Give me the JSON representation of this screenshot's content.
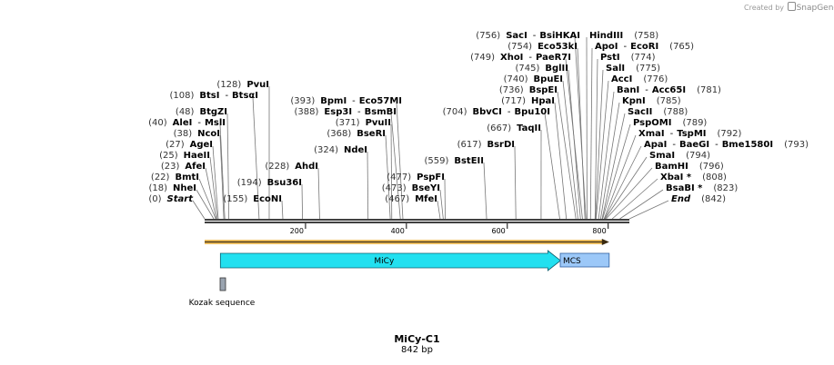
{
  "credit": {
    "prefix": "Created by",
    "brand": "SnapGene"
  },
  "plasmid": {
    "name": "MiCy-C1",
    "length_label": "842 bp",
    "length": 842
  },
  "axis": {
    "ticks": [
      200,
      400,
      600,
      800
    ]
  },
  "sites": [
    {
      "pos_label": "(0)",
      "pos": 0,
      "name": "Start",
      "italic": true
    },
    {
      "pos_label": "(18)",
      "pos": 18,
      "name": "NheI"
    },
    {
      "pos_label": "(22)",
      "pos": 22,
      "name": "BmtI"
    },
    {
      "pos_label": "(23)",
      "pos": 23,
      "name": "AfeI"
    },
    {
      "pos_label": "(25)",
      "pos": 25,
      "name": "HaeII"
    },
    {
      "pos_label": "(27)",
      "pos": 27,
      "name": "AgeI"
    },
    {
      "pos_label": "(38)",
      "pos": 38,
      "name": "NcoI"
    },
    {
      "pos_label": "(40)",
      "pos": 40,
      "name": "AleI",
      "name2": "MslI"
    },
    {
      "pos_label": "(48)",
      "pos": 48,
      "name": "BtgZI"
    },
    {
      "pos_label": "(108)",
      "pos": 108,
      "name": "BtsI",
      "name2": "BtsαI"
    },
    {
      "pos_label": "(128)",
      "pos": 128,
      "name": "PvuI"
    },
    {
      "pos_label": "(155)",
      "pos": 155,
      "name": "EcoNI"
    },
    {
      "pos_label": "(194)",
      "pos": 194,
      "name": "Bsu36I"
    },
    {
      "pos_label": "(228)",
      "pos": 228,
      "name": "AhdI"
    },
    {
      "pos_label": "(324)",
      "pos": 324,
      "name": "NdeI"
    },
    {
      "pos_label": "(368)",
      "pos": 368,
      "name": "BseRI"
    },
    {
      "pos_label": "(371)",
      "pos": 371,
      "name": "PvuII"
    },
    {
      "pos_label": "(388)",
      "pos": 388,
      "name": "Esp3I",
      "name2": "BsmBI"
    },
    {
      "pos_label": "(393)",
      "pos": 393,
      "name": "BpmI",
      "name2": "Eco57MI"
    },
    {
      "pos_label": "(467)",
      "pos": 467,
      "name": "MfeI"
    },
    {
      "pos_label": "(473)",
      "pos": 473,
      "name": "BseYI"
    },
    {
      "pos_label": "(477)",
      "pos": 477,
      "name": "PspFI"
    },
    {
      "pos_label": "(559)",
      "pos": 559,
      "name": "BstEII"
    },
    {
      "pos_label": "(617)",
      "pos": 617,
      "name": "BsrDI"
    },
    {
      "pos_label": "(667)",
      "pos": 667,
      "name": "TaqII"
    },
    {
      "pos_label": "(704)",
      "pos": 704,
      "name": "BbvCI",
      "name2": "Bpu10I"
    },
    {
      "pos_label": "(717)",
      "pos": 717,
      "name": "HpaI"
    },
    {
      "pos_label": "(736)",
      "pos": 736,
      "name": "BspEI"
    },
    {
      "pos_label": "(740)",
      "pos": 740,
      "name": "BpuEI"
    },
    {
      "pos_label": "(745)",
      "pos": 745,
      "name": "BglII"
    },
    {
      "pos_label": "(749)",
      "pos": 749,
      "name": "XhoI",
      "name2": "PaeR7I"
    },
    {
      "pos_label": "(754)",
      "pos": 754,
      "name": "Eco53kI"
    },
    {
      "pos_label": "(756)",
      "pos": 756,
      "name": "SacI",
      "name2": "BsiHKAI"
    },
    {
      "pos_label": "(758)",
      "pos": 758,
      "name": "HindIII"
    },
    {
      "pos_label": "(765)",
      "pos": 765,
      "name": "ApoI",
      "name2": "EcoRI"
    },
    {
      "pos_label": "(774)",
      "pos": 774,
      "name": "PstI"
    },
    {
      "pos_label": "(775)",
      "pos": 775,
      "name": "SalI"
    },
    {
      "pos_label": "(776)",
      "pos": 776,
      "name": "AccI"
    },
    {
      "pos_label": "(781)",
      "pos": 781,
      "name": "BanI",
      "name2": "Acc65I"
    },
    {
      "pos_label": "(785)",
      "pos": 785,
      "name": "KpnI"
    },
    {
      "pos_label": "(788)",
      "pos": 788,
      "name": "SacII"
    },
    {
      "pos_label": "(789)",
      "pos": 789,
      "name": "PspOMI"
    },
    {
      "pos_label": "(792)",
      "pos": 792,
      "name": "XmaI",
      "name2": "TspMI"
    },
    {
      "pos_label": "(793)",
      "pos": 793,
      "name": "ApaI",
      "name2": "BaeGI",
      "name3": "Bme1580I"
    },
    {
      "pos_label": "(794)",
      "pos": 794,
      "name": "SmaI"
    },
    {
      "pos_label": "(796)",
      "pos": 796,
      "name": "BamHI"
    },
    {
      "pos_label": "(808)",
      "pos": 808,
      "name": "XbaI *"
    },
    {
      "pos_label": "(823)",
      "pos": 823,
      "name": "BsaBI *"
    },
    {
      "pos_label": "(842)",
      "pos": 842,
      "name": "End",
      "italic": true
    }
  ],
  "features": {
    "orf": {
      "start": 0,
      "end": 802,
      "color": "#f0c060"
    },
    "micy": {
      "label": "MiCy",
      "start": 6,
      "end": 702,
      "color": "#22e0f0"
    },
    "mcs": {
      "label": "MCS",
      "start": 705,
      "end": 802,
      "color": "#9cc8f8"
    },
    "kozak": {
      "label": "Kozak sequence",
      "start": 0,
      "end": 6,
      "color": "#9aa4b0"
    }
  }
}
